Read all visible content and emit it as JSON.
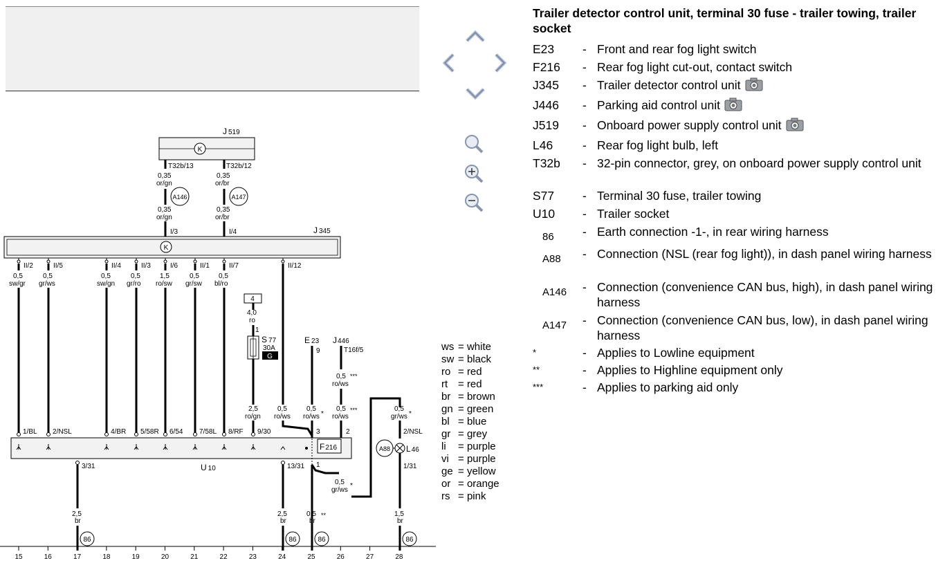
{
  "legend": {
    "title": "Trailer detector control unit, terminal 30 fuse - trailer towing, trailer socket",
    "items": [
      {
        "code": "E23",
        "desc": "Front and rear fog light switch",
        "camera": false
      },
      {
        "code": "F216",
        "desc": "Rear fog light cut-out, contact switch",
        "camera": false
      },
      {
        "code": "J345",
        "desc": "Trailer detector control unit",
        "camera": true
      },
      {
        "code": "J446",
        "desc": "Parking aid control unit",
        "camera": true
      },
      {
        "code": "J519",
        "desc": "Onboard power supply control unit",
        "camera": true
      },
      {
        "code": "L46",
        "desc": "Rear fog light bulb, left",
        "camera": false
      },
      {
        "code": "T32b",
        "desc": "32-pin connector, grey, on onboard power supply control unit",
        "camera": false
      },
      {
        "code": "S77",
        "desc": "Terminal 30 fuse, trailer towing",
        "camera": false
      },
      {
        "code": "U10",
        "desc": "Trailer socket",
        "camera": false
      },
      {
        "code": "86",
        "desc": "Earth connection -1-, in rear wiring harness",
        "camera": false
      },
      {
        "code": "A88",
        "desc": "Connection (NSL (rear fog light)), in dash panel wiring harness",
        "camera": false
      },
      {
        "code": "A146",
        "desc": "Connection (convenience CAN bus, high), in dash panel wiring harness",
        "camera": false
      },
      {
        "code": "A147",
        "desc": "Connection (convenience CAN bus, low), in dash panel wiring harness",
        "camera": false
      },
      {
        "code": "*",
        "desc": "Applies to Lowline equipment",
        "camera": false
      },
      {
        "code": "**",
        "desc": "Applies to Highline equipment only",
        "camera": false
      },
      {
        "code": "***",
        "desc": "Applies to parking aid only",
        "camera": false
      }
    ]
  },
  "colors": [
    {
      "abbr": "ws",
      "name": "white"
    },
    {
      "abbr": "sw",
      "name": "black"
    },
    {
      "abbr": "ro",
      "name": "red"
    },
    {
      "abbr": "rt",
      "name": "red"
    },
    {
      "abbr": "br",
      "name": "brown"
    },
    {
      "abbr": "gn",
      "name": "green"
    },
    {
      "abbr": "bl",
      "name": "blue"
    },
    {
      "abbr": "gr",
      "name": "grey"
    },
    {
      "abbr": "li",
      "name": "purple"
    },
    {
      "abbr": "vi",
      "name": "purple"
    },
    {
      "abbr": "ge",
      "name": "yellow"
    },
    {
      "abbr": "or",
      "name": "orange"
    },
    {
      "abbr": "rs",
      "name": "pink"
    }
  ],
  "nav": {
    "icons": [
      "chevron-up-icon",
      "chevron-left-icon",
      "chevron-right-icon",
      "chevron-down-icon",
      "zoom-fit-icon",
      "zoom-in-icon",
      "zoom-out-icon"
    ]
  },
  "diagram": {
    "j519": {
      "label": "J",
      "sub": "519",
      "symbol": "K"
    },
    "j345": {
      "label": "J",
      "sub": "345",
      "symbol": "K"
    },
    "u10": {
      "label": "U",
      "sub": "10"
    },
    "f216": {
      "label": "F",
      "sub": "216"
    },
    "l46": {
      "label": "L",
      "sub": "46"
    },
    "e23": {
      "label": "E",
      "sub": "23",
      "pin": "9"
    },
    "j446": {
      "label": "J",
      "sub": "446",
      "pin": "T16f/5"
    },
    "s77": {
      "label": "S",
      "sub": "77",
      "rating": "30A",
      "box": "G",
      "pin": "1",
      "feed": "4",
      "feed_size": "4,0",
      "feed_color": "ro"
    },
    "t32b_13": "T32b/13",
    "t32b_12": "T32b/12",
    "can_h": {
      "size": "0,35",
      "color": "or/gn",
      "node": "A146",
      "pin": "I/3"
    },
    "can_l": {
      "size": "0,35",
      "color": "or/br",
      "node": "A147",
      "pin": "I/4"
    },
    "j345_pins": [
      {
        "pin": "II/2",
        "size": "0,5",
        "color": "sw/gr"
      },
      {
        "pin": "II/5",
        "size": "0,5",
        "color": "gr/ws"
      },
      {
        "pin": "II/4",
        "size": "0,5",
        "color": "sw/gn"
      },
      {
        "pin": "II/3",
        "size": "0,5",
        "color": "gr/ro"
      },
      {
        "pin": "I/6",
        "size": "1,5",
        "color": "ro/sw"
      },
      {
        "pin": "II/1",
        "size": "0,5",
        "color": "gr/sw"
      },
      {
        "pin": "II/7",
        "size": "0,5",
        "color": "bl/ro"
      },
      {
        "pin": "II/12",
        "size": "",
        "color": ""
      }
    ],
    "u10_pins": [
      "1/BL",
      "2/NSL",
      "4/BR",
      "5/58R",
      "6/54",
      "7/58L",
      "8/RF",
      "9/30"
    ],
    "wire_s77_u10": {
      "size": "2,5",
      "color": "ro/gn"
    },
    "wire_ii12_u10": {
      "size": "0,5",
      "color": "ro/ws"
    },
    "wire_e23": {
      "size": "0,5",
      "color": "ro/ws",
      "mark": "*",
      "pin": "3"
    },
    "wire_j446_top": {
      "size": "0,5",
      "color": "ro/ws",
      "mark": "***"
    },
    "wire_j446": {
      "size": "0,5",
      "color": "ro/ws",
      "mark": "***",
      "pin": "2"
    },
    "wire_l46_top": {
      "size": "0,5",
      "color": "gr/ws",
      "mark": "*",
      "pin": "2/NSL"
    },
    "wire_f216_out": {
      "size": "0,5",
      "color": "gr/ws",
      "mark": "*",
      "pin": "1"
    },
    "a88": "A88",
    "l46_pin": "1/31",
    "earth": [
      {
        "pin": "3/31",
        "size": "2,5",
        "color": "br",
        "node": "86"
      },
      {
        "pin": "13/31",
        "size": "2,5",
        "color": "br",
        "node": "86"
      },
      {
        "pin": "",
        "size": "0,5",
        "color": "br",
        "node": "86",
        "mark": "**"
      },
      {
        "pin": "1/31",
        "size": "1,5",
        "color": "br",
        "node": "86"
      }
    ],
    "ruler": [
      "15",
      "16",
      "17",
      "18",
      "19",
      "20",
      "21",
      "22",
      "23",
      "24",
      "25",
      "26",
      "27",
      "28"
    ]
  }
}
